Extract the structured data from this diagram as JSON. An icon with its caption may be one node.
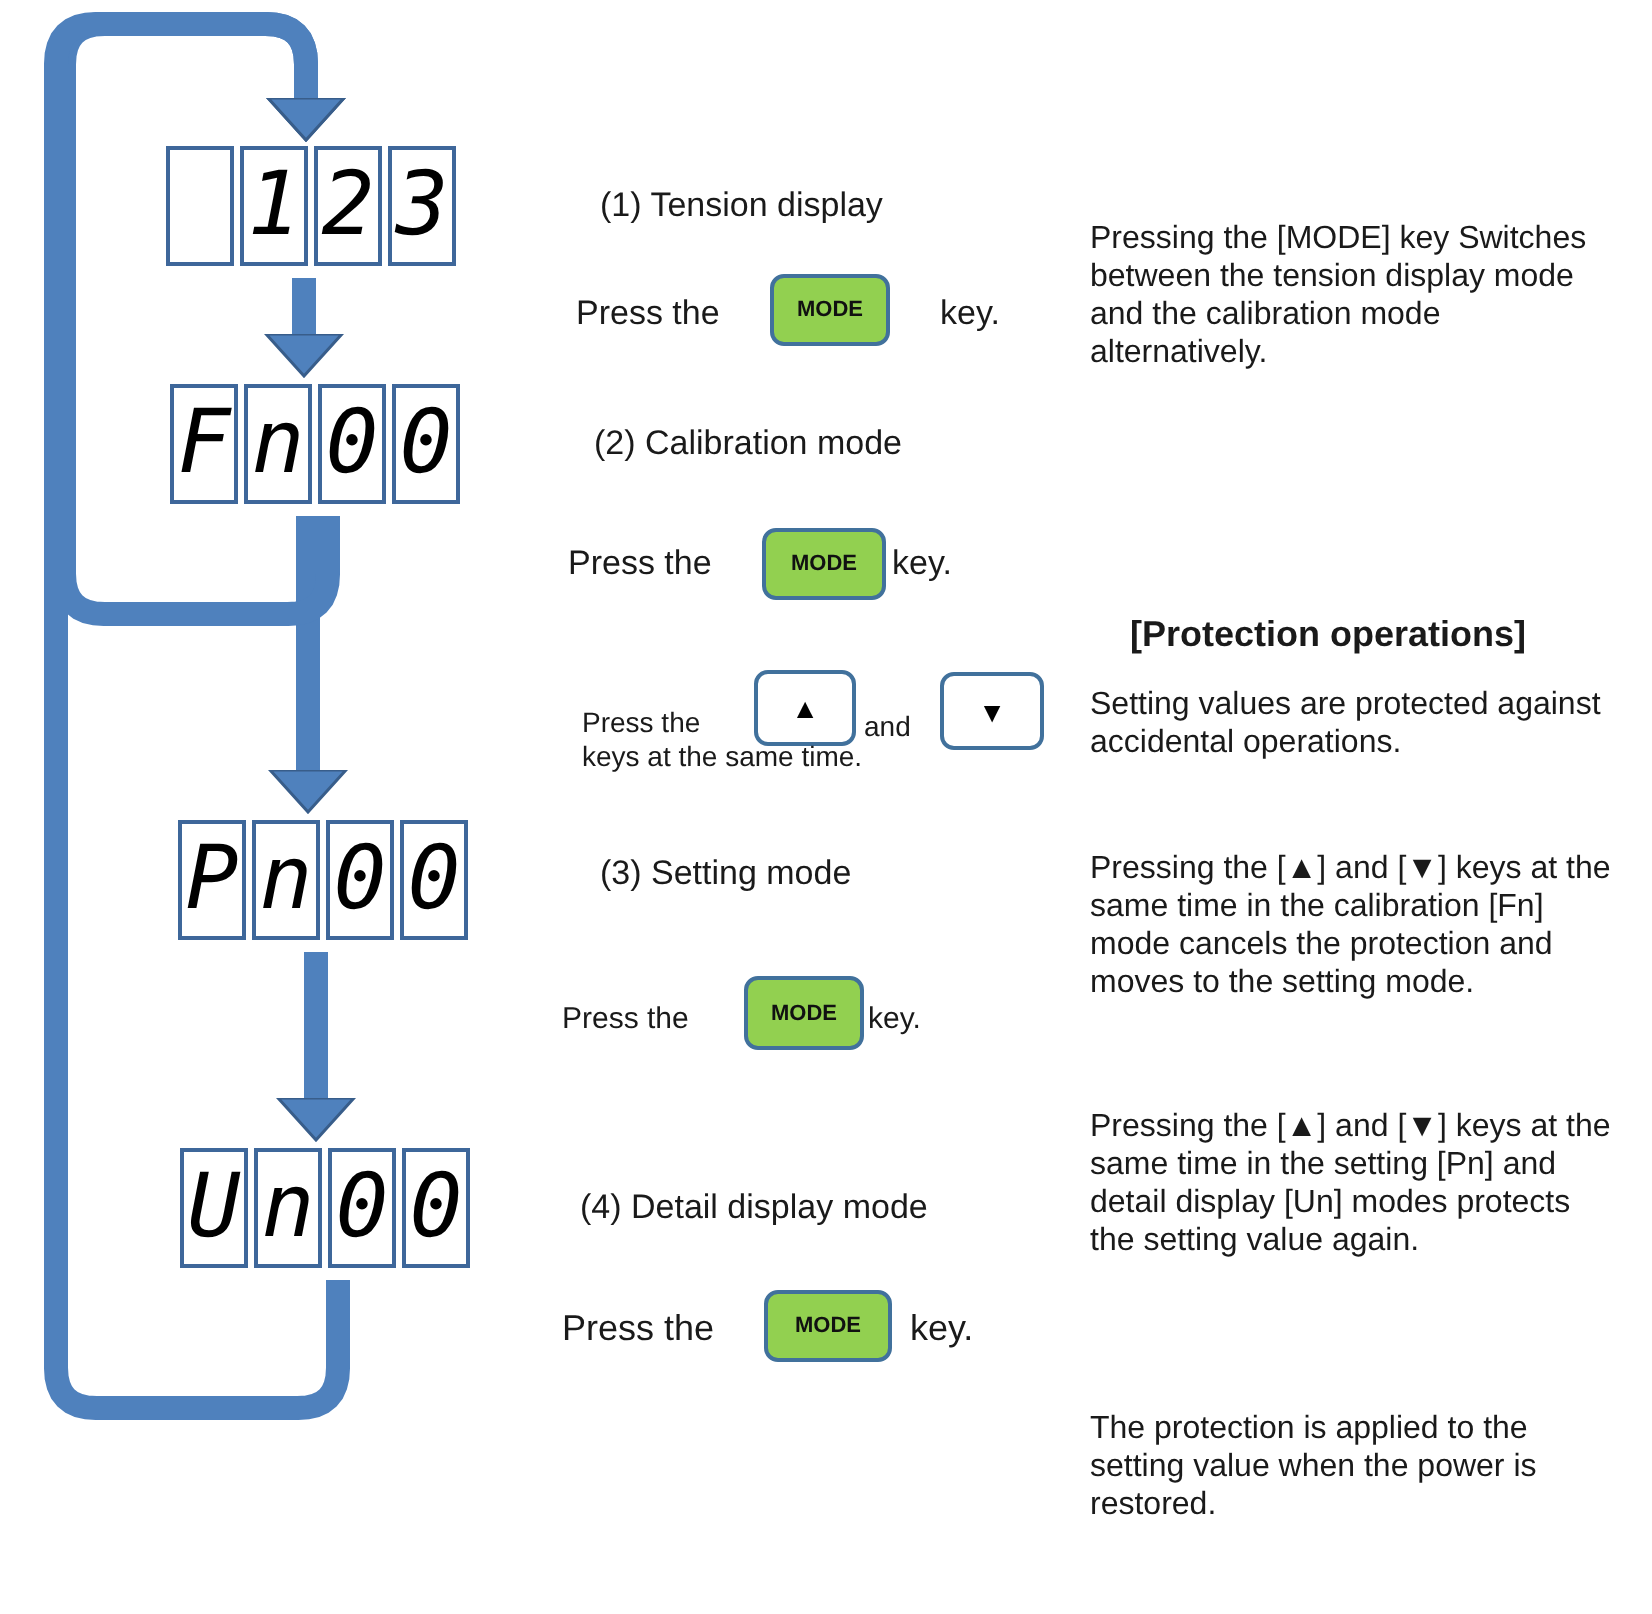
{
  "diagram": {
    "nodes": [
      {
        "text": [
          "123"
        ]
      },
      {
        "text": [
          "MODE"
        ]
      },
      {
        "text": [
          "Fn00"
        ]
      },
      {
        "text": [
          "MODE"
        ]
      },
      {
        "text": [
          "▲"
        ]
      },
      {
        "text": [
          "▼"
        ]
      },
      {
        "text": [
          "Pn00"
        ]
      },
      {
        "text": [
          "MODE"
        ]
      },
      {
        "text": [
          "Un00"
        ]
      },
      {
        "text": [
          "MODE"
        ]
      }
    ],
    "edges": [
      {
        "from": 0,
        "to": 2,
        "arrow": "to"
      },
      {
        "from": 2,
        "to": 6,
        "arrow": "to"
      },
      {
        "from": 6,
        "to": 8,
        "arrow": "to"
      },
      {
        "from": 2,
        "to": 0,
        "arrow": "to"
      },
      {
        "from": 8,
        "to": 0,
        "arrow": "to"
      }
    ],
    "labels": [
      "(1) Tension display",
      "Pressing the [MODE] key Switches between the tension display mode and the calibration mode alternatively.",
      "Press the",
      "key.",
      "(2) Calibration mode",
      "Press the",
      "key.",
      "[Protection operations]",
      "Press the",
      "and",
      "keys at the same time.",
      "Setting values are protected against accidental operations.",
      "(3) Setting mode",
      "Pressing the [▲] and [▼] keys at the same time in the calibration [Fn] mode cancels the protection and moves to the setting mode.",
      "Press the",
      "key.",
      "Pressing the [▲] and [▼] keys at the same time in the setting [Pn] and detail display [Un] modes protects the setting value again.",
      "(4) Detail display mode",
      "Press the",
      "key.",
      "The protection is applied to the setting value when the power is restored."
    ]
  }
}
